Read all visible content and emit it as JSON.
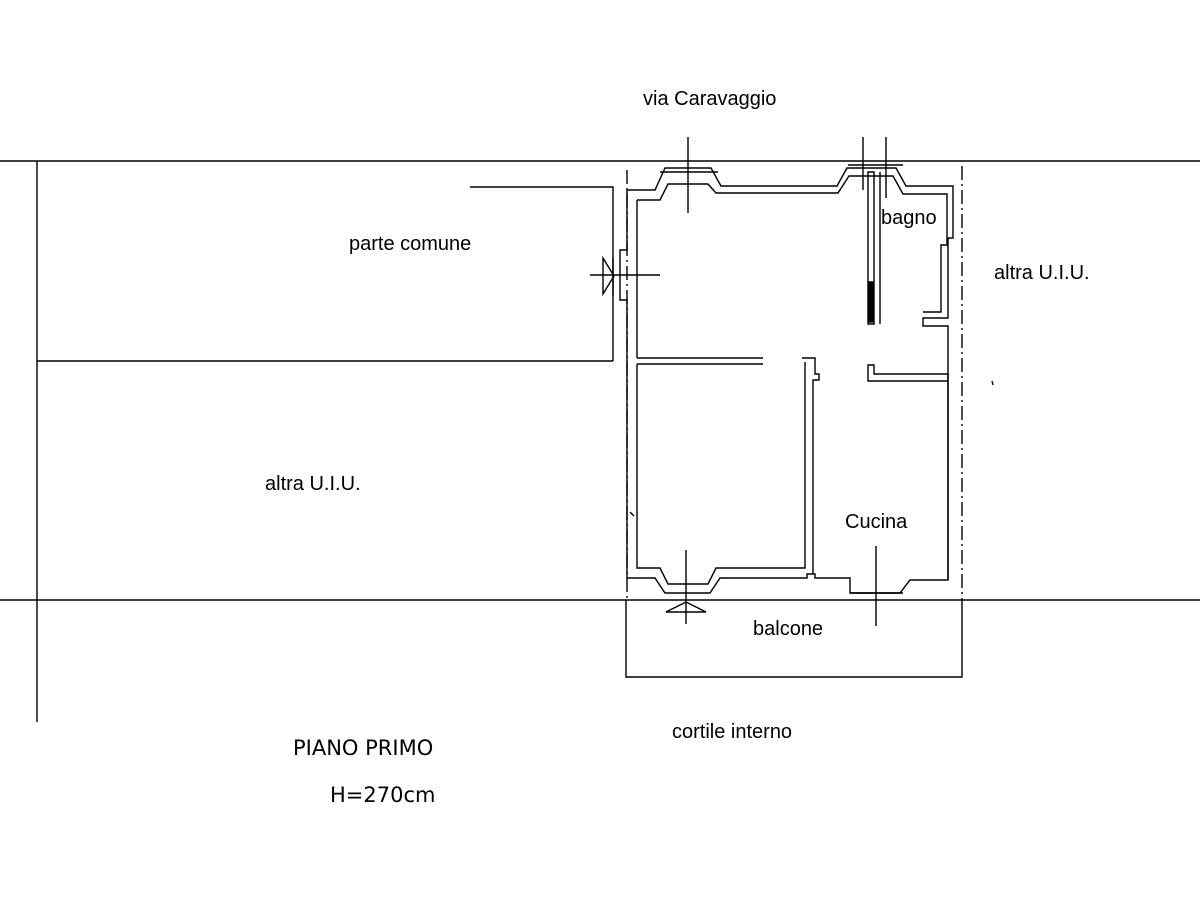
{
  "labels": {
    "street": "via Caravaggio",
    "common_area": "parte comune",
    "unit_right": "altra U.I.U.",
    "unit_left": "altra U.I.U.",
    "bathroom": "bagno",
    "kitchen": "Cucina",
    "balcony": "balcone",
    "courtyard": "cortile interno",
    "floor_name": "PIANO PRIMO",
    "ceiling_height": "H=270cm"
  },
  "colors": {
    "line": "#000000",
    "background": "#ffffff"
  }
}
